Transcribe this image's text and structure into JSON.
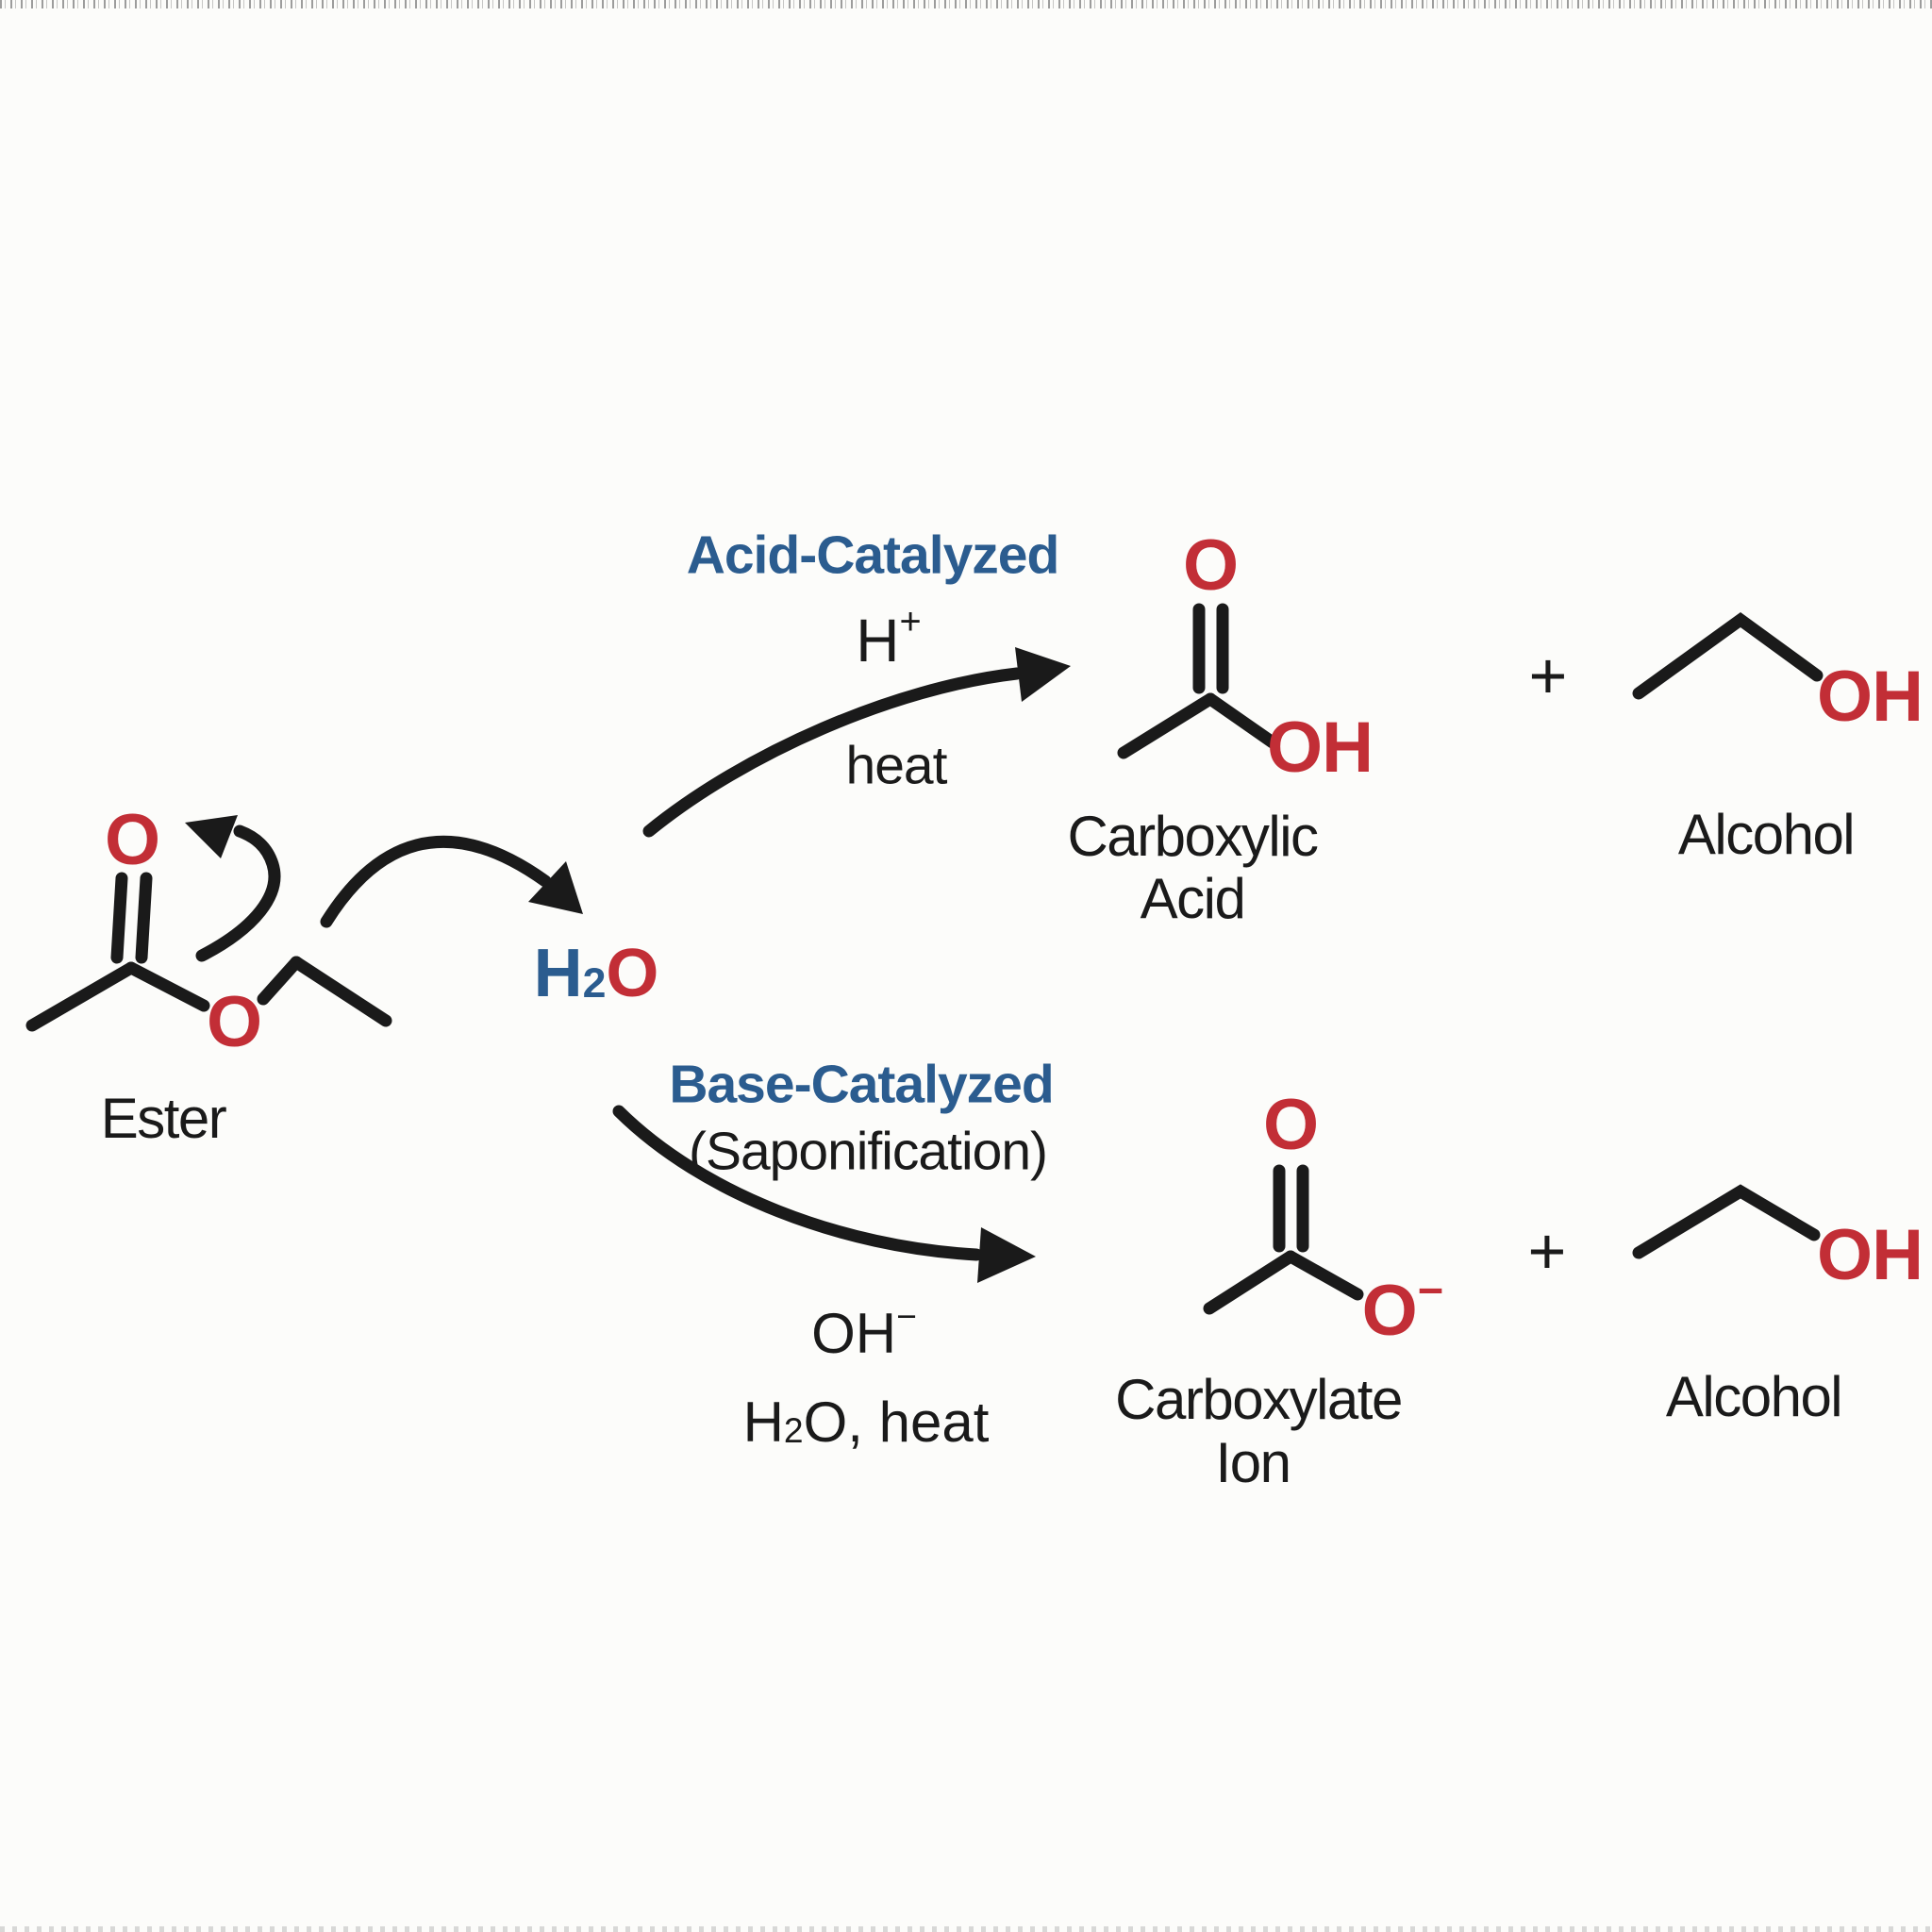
{
  "colors": {
    "red": "#C22E36",
    "blue": "#2B5C8F",
    "ink": "#1A1A1A",
    "background": "#FCFCFA"
  },
  "ester": {
    "label": "Ester",
    "carbonyl_o": "O",
    "ester_o": "O"
  },
  "water": {
    "h": "H",
    "subscript": "2",
    "o": "O"
  },
  "acid_path": {
    "title": "Acid-Catalyzed",
    "catalyst": "H",
    "catalyst_charge": "+",
    "condition": "heat",
    "plus": "+",
    "carboxylic_acid": {
      "label_line1": "Carboxylic",
      "label_line2": "Acid",
      "carbonyl_o": "O",
      "hydroxyl": "OH"
    },
    "alcohol": {
      "label": "Alcohol",
      "hydroxyl": "OH"
    }
  },
  "base_path": {
    "title": "Base-Catalyzed",
    "subtitle": "(Saponification)",
    "reagent": "OH",
    "reagent_charge": "−",
    "condition_h": "H",
    "condition_sub": "2",
    "condition_tail": "O, heat",
    "plus": "+",
    "carboxylate": {
      "label_line1": "Carboxylate",
      "label_line2": "Ion",
      "carbonyl_o": "O",
      "o": "O",
      "o_charge": "−"
    },
    "alcohol": {
      "label": "Alcohol",
      "hydroxyl": "OH"
    }
  }
}
